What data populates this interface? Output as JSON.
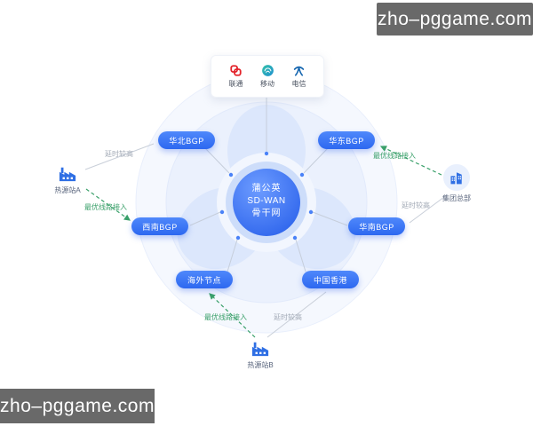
{
  "watermarks": {
    "top_right": "zho–pggame.com",
    "bottom_left": "zho–pggame.com"
  },
  "carrier_card": {
    "items": [
      {
        "name": "联通",
        "icon": "unicom-icon",
        "color": "#e3242b"
      },
      {
        "name": "移动",
        "icon": "chinamobile-icon",
        "color": "#24b3a8"
      },
      {
        "name": "电信",
        "icon": "chinatelecom-icon",
        "color": "#1767b0"
      }
    ]
  },
  "hub": {
    "lines": [
      "蒲公英",
      "SD-WAN",
      "骨干网"
    ]
  },
  "bgp_nodes": [
    {
      "label": "华北BGP"
    },
    {
      "label": "华东BGP"
    },
    {
      "label": "西南BGP"
    },
    {
      "label": "华南BGP"
    },
    {
      "label": "海外节点"
    },
    {
      "label": "中国香港"
    }
  ],
  "sites": {
    "left": {
      "label": "热源站A"
    },
    "right": {
      "label": "集团总部"
    },
    "bottom": {
      "label": "热源站B"
    }
  },
  "edges": {
    "optimal": "最优线路接入",
    "latency": "延时较高"
  },
  "colors": {
    "node_blue": "#3a74f2",
    "hub_blue": "#2f68ef",
    "optimal_green": "#3aa06a",
    "latency_gray": "#a2aab6",
    "watermark_bg": "#696969"
  }
}
